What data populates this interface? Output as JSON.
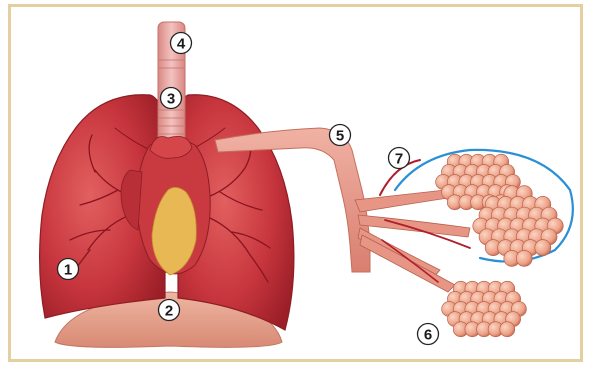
{
  "figure": {
    "markers": [
      "1",
      "2",
      "3",
      "4",
      "5",
      "6",
      "7"
    ]
  },
  "colors": {
    "frame": "#e3cf9f",
    "lung": "#c7353d",
    "lung_dark": "#9c1f28",
    "vessel": "#8a1420",
    "trachea": "#e9a6a2",
    "heart": "#c83a40",
    "fat": "#e8b855",
    "diaphragm": "#e6a590",
    "alveoli": "#eca086",
    "capillary_blue": "#2a8fd4"
  }
}
